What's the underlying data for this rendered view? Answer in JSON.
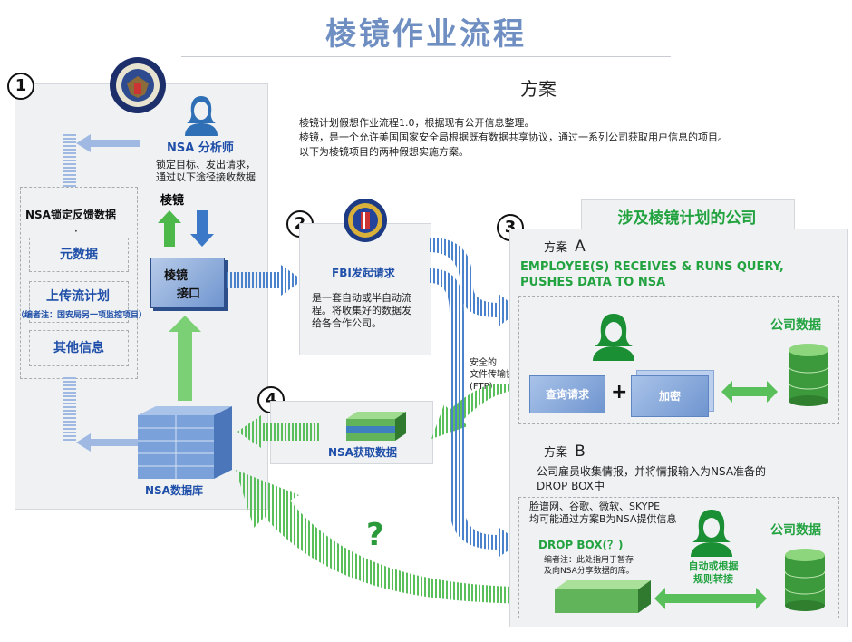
{
  "title": "棱镜作业流程",
  "intro": {
    "heading": "方案",
    "line1": "棱镜计划假想作业流程1.0，根据现有公开信息整理。",
    "line2": "棱镜，是一个允许美国国家安全局根据既有数据共享协议，通过一系列公司获取用户信息的项目。",
    "line3": "以下为棱镜项目的两种假想实施方案。"
  },
  "steps": {
    "s1": "1",
    "s2": "2",
    "s3": "3",
    "s4": "4"
  },
  "nsa": {
    "analyst_title": "NSA 分析师",
    "analyst_desc1": "锁定目标、发出请求，",
    "analyst_desc2": "通过以下途径接收数据",
    "prism_label": "棱镜",
    "interface_line1": "棱镜",
    "interface_line2": "接口",
    "feedback_title": "NSA锁定反馈数据",
    "feedback_dot": "·",
    "meta": "元数据",
    "upstream": "上传流计划",
    "upstream_note": "（编者注：国安局另一项监控项目）",
    "other": "其他信息",
    "db": "NSA数据库"
  },
  "fbi": {
    "title": "FBI发起请求",
    "desc1": "是一套自动或半自动流",
    "desc2": "程。将收集好的数据发",
    "desc3": "给各合作公司。"
  },
  "ftp": {
    "line1": "安全的",
    "line2": "文件传输协议",
    "line3": "(FTP)"
  },
  "nsa_fetch": "NSA获取数据",
  "companies": {
    "header": "涉及棱镜计划的公司",
    "planA_label": "方案",
    "planA_letter": "A",
    "planA_line1": "EMPLOYEE(S) RECEIVES & RUNS QUERY,",
    "planA_line2": "PUSHES DATA TO NSA",
    "query": "查询请求",
    "plus": "+",
    "encrypt": "加密",
    "company_data": "公司数据",
    "planB_label": "方案",
    "planB_letter": "B",
    "planB_line1": "公司雇员收集情报，并将情报输入为NSA准备的",
    "planB_line2": "DROP BOX中",
    "planB_list1": "脸谱网、谷歌、微软、SKYPE",
    "planB_list2": "均可能通过方案B为NSA提供信息",
    "dropbox": "DROP BOX(？)",
    "dropbox_note1": "编者注：此处指用于暂存",
    "dropbox_note2": "及向NSA分享数据的库。",
    "auto1": "自动或根据",
    "auto2": "规则转接",
    "company_data2": "公司数据"
  },
  "question": "?",
  "colors": {
    "blue": "#1f4fa8",
    "green": "#23a340",
    "panel": "#eff1f3",
    "title": "#6f8fc2"
  }
}
